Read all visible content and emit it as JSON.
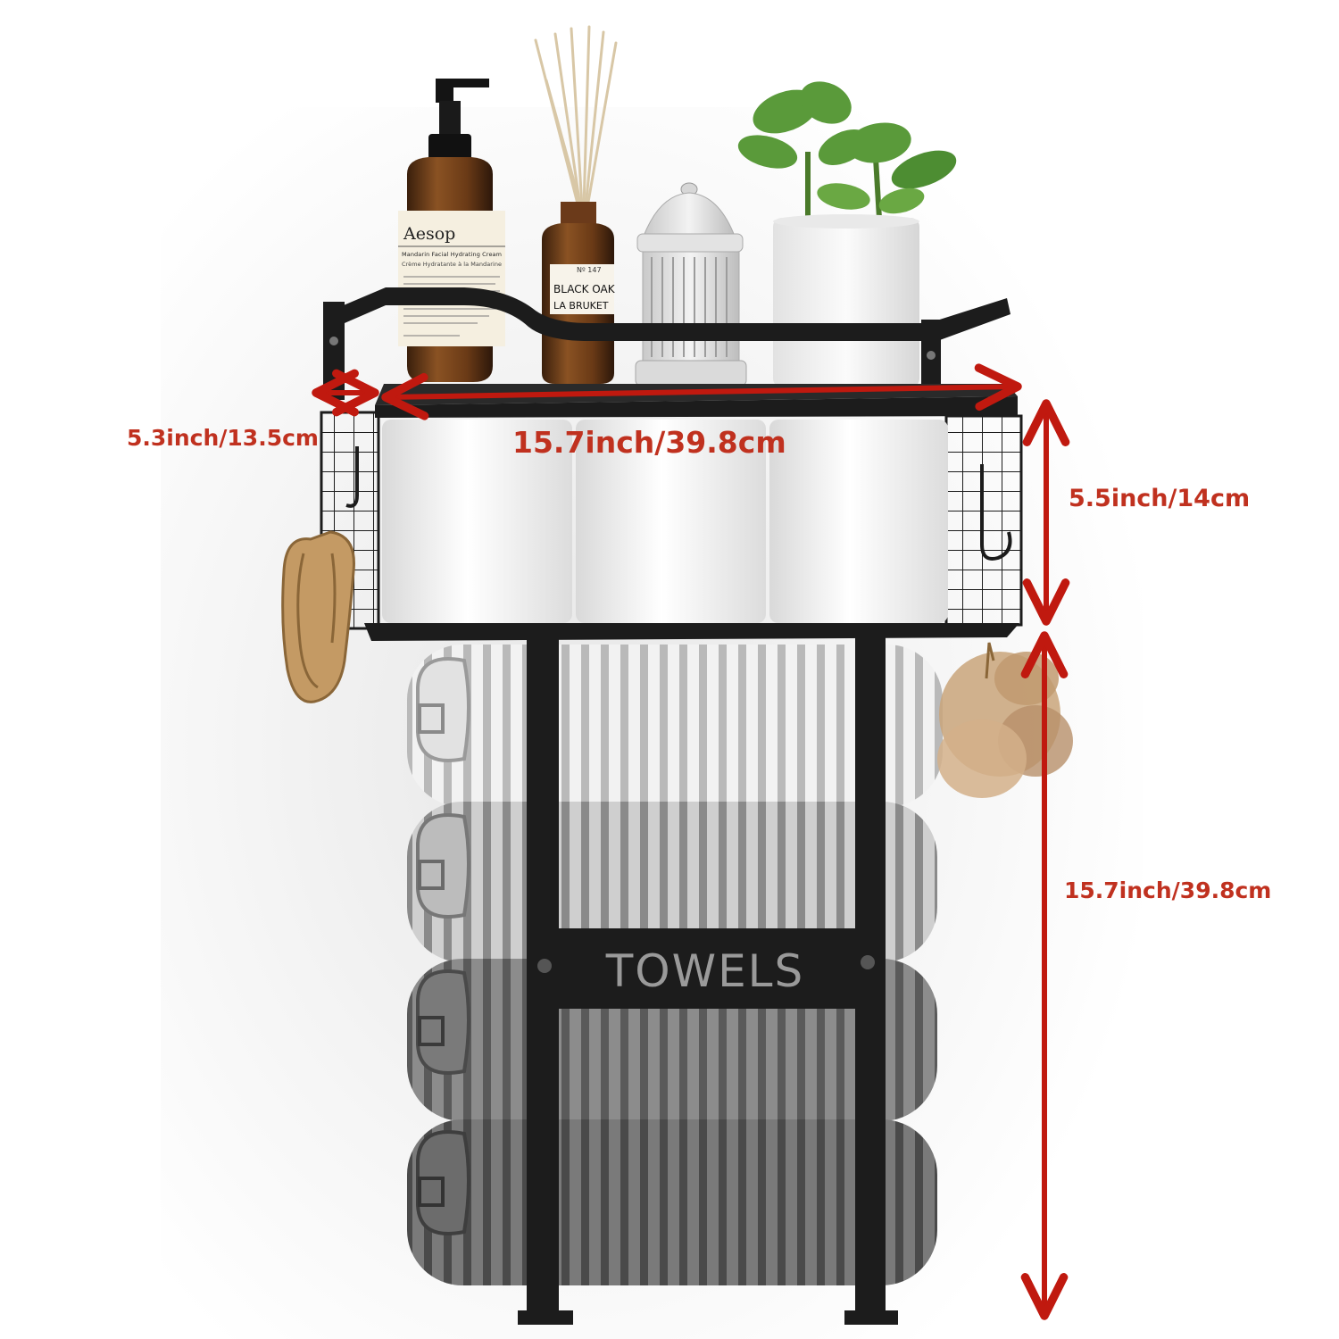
{
  "colors": {
    "dimension": "#c0190f",
    "dimension_text": "#c0311f",
    "frame": "#1c1c1c",
    "wall": "#f1f1f1"
  },
  "product": {
    "rack_label": "TOWELS",
    "soap_brand": "Aesop",
    "soap_name": "Mandarin Facial Hydrating Cream",
    "soap_name_fr": "Crème Hydratante à la Mandarine",
    "diffuser_no": "Nº 147",
    "diffuser_name_1": "BLACK OAK",
    "diffuser_name_2": "LA BRUKET"
  },
  "dimensions": {
    "depth": "5.3inch/13.5cm",
    "width": "15.7inch/39.8cm",
    "shelf_height": "5.5inch/14cm",
    "rack_height": "15.7inch/39.8cm"
  },
  "icons": [
    "hook-icon",
    "scrunchie-icon",
    "loofah-icon",
    "plant-icon"
  ]
}
